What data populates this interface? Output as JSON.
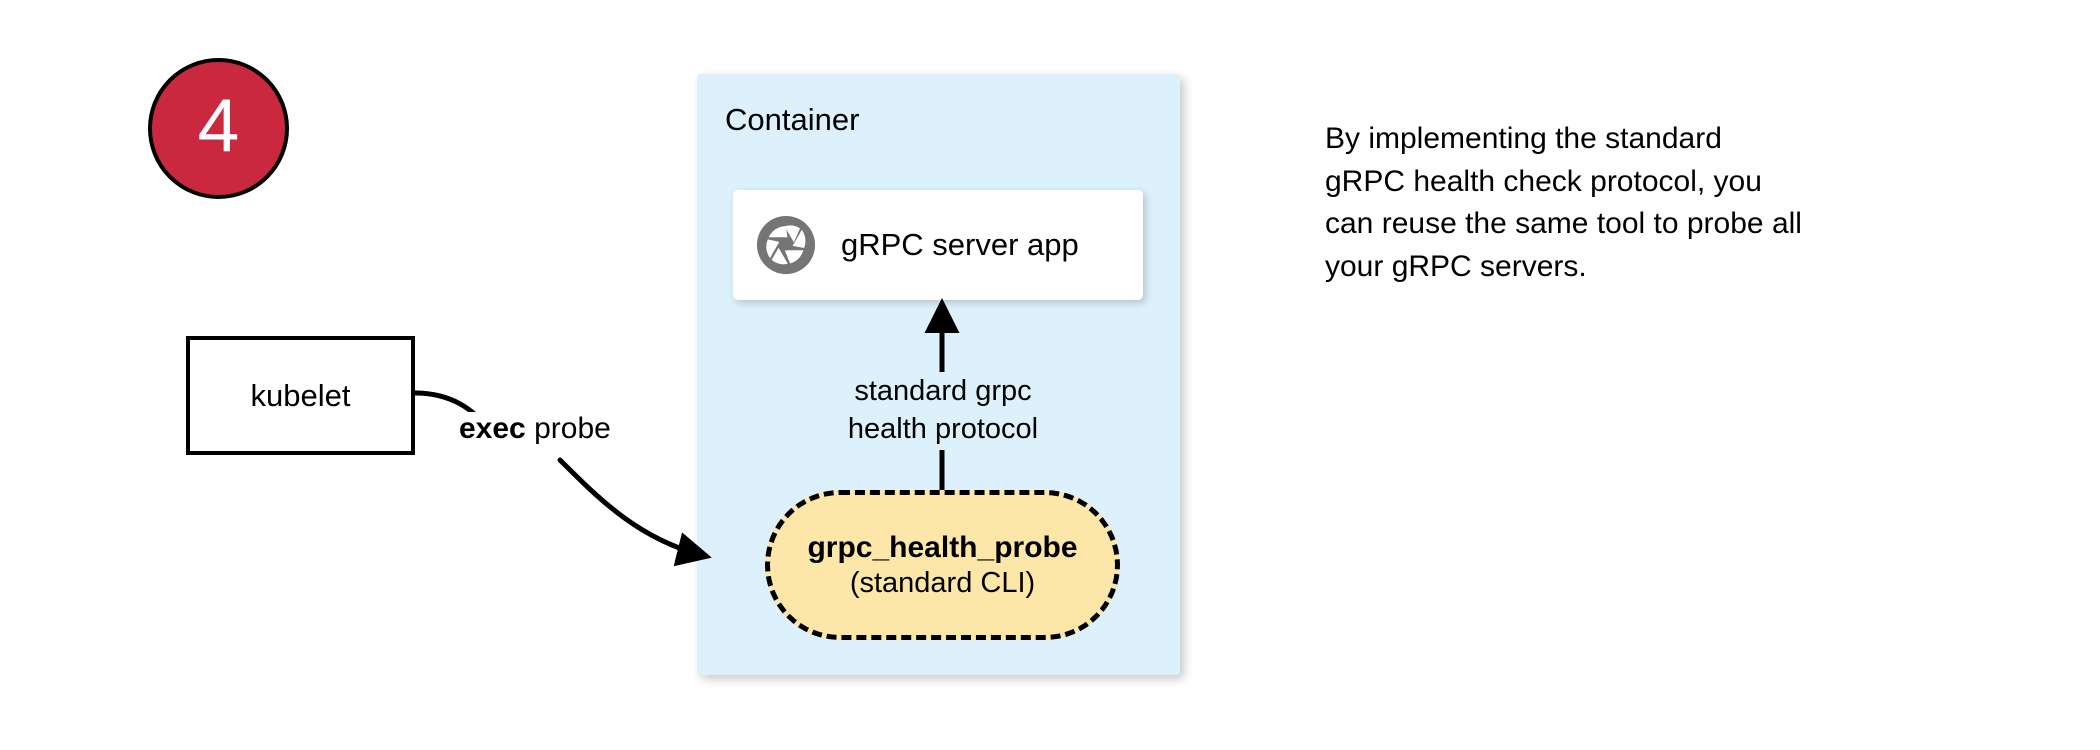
{
  "step": {
    "number": "4",
    "circle_color": "#C9283E",
    "border_color": "#000000",
    "text_color": "#ffffff"
  },
  "kubelet": {
    "label": "kubelet"
  },
  "container": {
    "title": "Container",
    "background_color": "#DCF1FB"
  },
  "grpc_server": {
    "label": "gRPC server app",
    "icon": "grpc-aperture-icon",
    "icon_color": "#757575",
    "background_color": "#ffffff"
  },
  "probe": {
    "title": "grpc_health_probe",
    "subtitle": "(standard CLI)",
    "background_color": "#FCE7A8",
    "border_color": "#000000",
    "border_style": "dashed"
  },
  "edges": [
    {
      "name": "exec-probe-edge",
      "label_bold": "exec",
      "label_rest": " probe",
      "from": "kubelet",
      "to": "grpc_health_probe"
    },
    {
      "name": "health-protocol-edge",
      "label": "standard grpc\nhealth protocol",
      "from": "grpc_health_probe",
      "to": "gRPC server app"
    }
  ],
  "annotation": {
    "text": "By implementing the standard\ngRPC health check protocol, you\ncan reuse the same tool to probe all\nyour gRPC servers."
  }
}
